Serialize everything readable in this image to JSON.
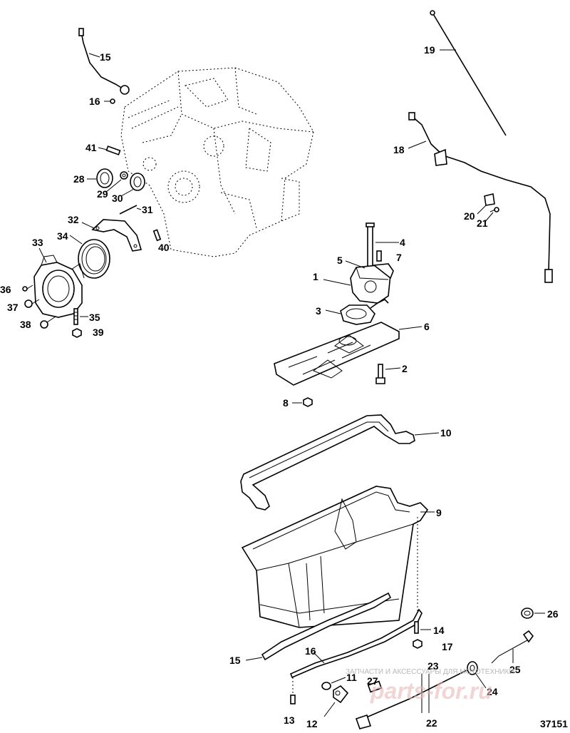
{
  "diagram": {
    "id_number": "37151",
    "watermark_text": "ЗАПЧАСТИ И АКСЕССУАРЫ ДЛЯ МОТОТЕХНИКИ",
    "watermark_logo": "parts-for.ru",
    "callouts": {
      "c1": "1",
      "c2": "2",
      "c3": "3",
      "c4": "4",
      "c5": "5",
      "c6": "6",
      "c7": "7",
      "c8": "8",
      "c9": "9",
      "c10": "10",
      "c11": "11",
      "c12": "12",
      "c13": "13",
      "c14": "14",
      "c15a": "15",
      "c15b": "15",
      "c16a": "16",
      "c16b": "16",
      "c17": "17",
      "c18": "18",
      "c19": "19",
      "c20": "20",
      "c21": "21",
      "c22": "22",
      "c23": "23",
      "c24": "24",
      "c25": "25",
      "c26": "26",
      "c27": "27",
      "c28": "28",
      "c29": "29",
      "c30": "30",
      "c31": "31",
      "c32": "32",
      "c33": "33",
      "c34": "34",
      "c35": "35",
      "c36": "36",
      "c37": "37",
      "c38": "38",
      "c39": "39",
      "c40": "40",
      "c41": "41"
    }
  }
}
